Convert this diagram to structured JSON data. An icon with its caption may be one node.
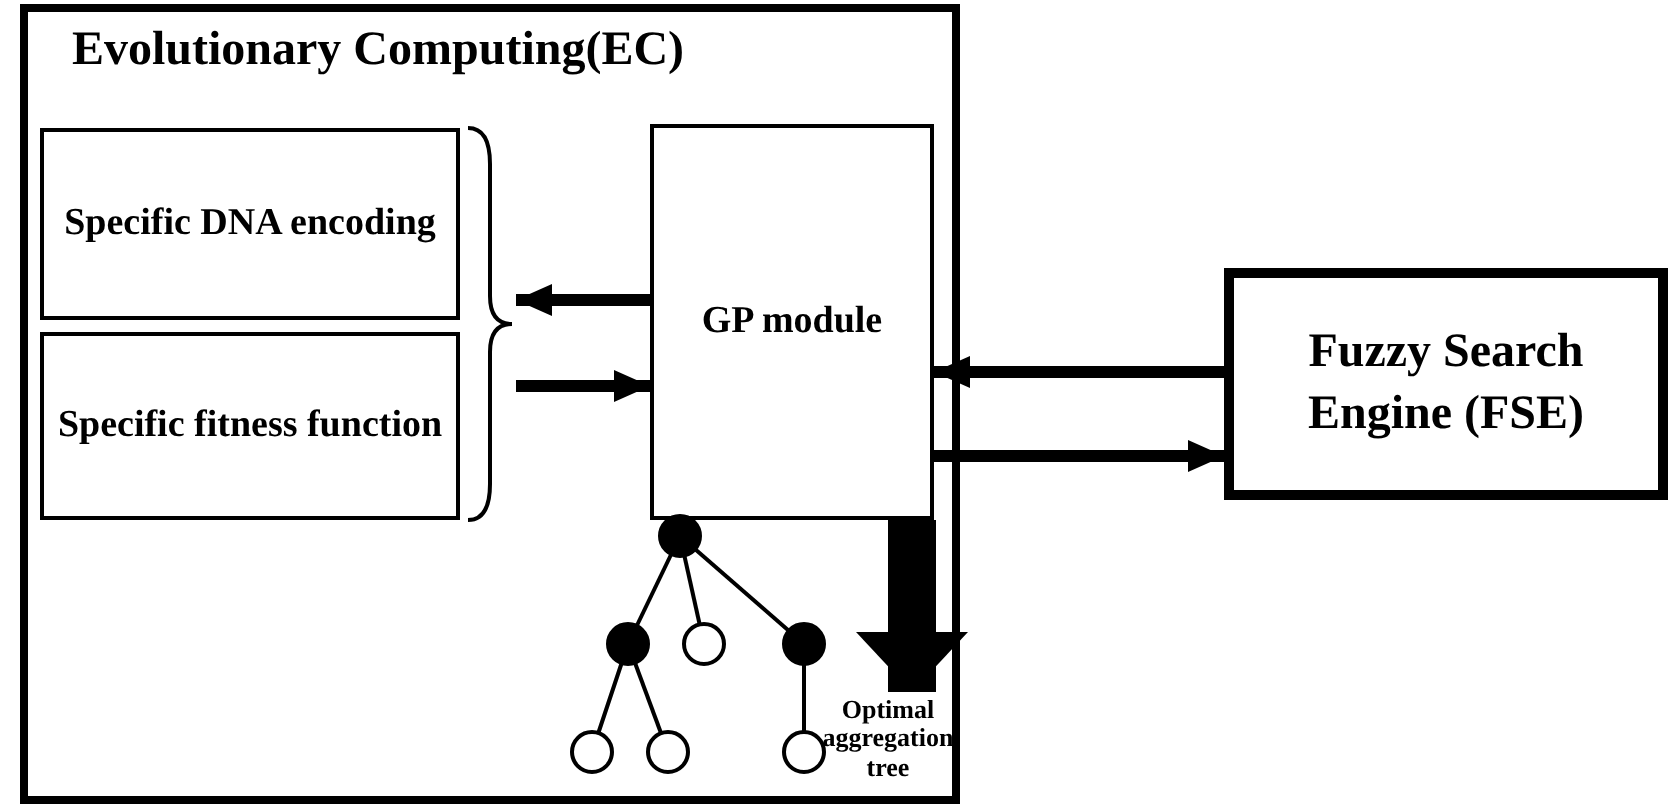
{
  "diagram": {
    "nodes": [
      {
        "text": [
          "Evolutionary Computing(EC)"
        ]
      },
      {
        "text": [
          "Specific DNA encoding"
        ],
        "in": 0
      },
      {
        "text": [
          "Specific fitness function"
        ],
        "in": 0
      },
      {
        "text": [],
        "shape": "brace",
        "in": 0
      },
      {
        "text": [
          "GP module"
        ],
        "in": 0
      },
      {
        "text": [
          "Optimal aggregation tree"
        ],
        "in": 0
      },
      {
        "text": [
          "Fuzzy Search Engine (FSE)"
        ]
      }
    ],
    "edges": [
      {
        "from": 4,
        "to": 3,
        "arrow": "to"
      },
      {
        "from": 3,
        "to": 4,
        "arrow": "to"
      },
      {
        "from": 6,
        "to": 4,
        "arrow": "to"
      },
      {
        "from": 4,
        "to": 6,
        "arrow": "to"
      },
      {
        "from": 4,
        "to": 5,
        "arrow": "to",
        "style": "thick"
      }
    ]
  }
}
